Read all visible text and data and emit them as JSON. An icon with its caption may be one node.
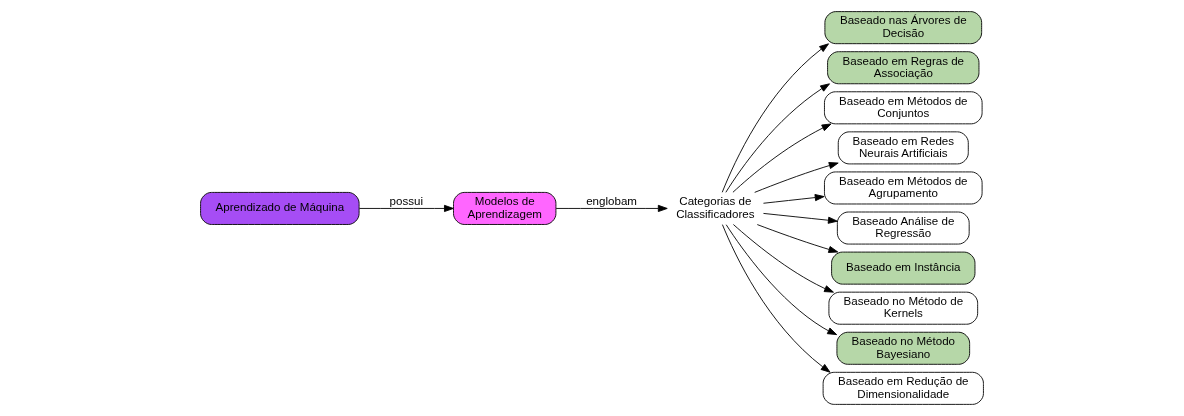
{
  "diagram": {
    "nodes": [
      {
        "text": [
          "Aprendizado de Máquina"
        ]
      },
      {
        "text": [
          "Modelos de Aprendizagem"
        ]
      },
      {
        "text": [
          "Categorias de Classificadores"
        ]
      },
      {
        "text": [
          "Baseado nas Árvores de Decisão"
        ]
      },
      {
        "text": [
          "Baseado em Regras de Associação"
        ]
      },
      {
        "text": [
          "Baseado em Métodos de Conjuntos"
        ]
      },
      {
        "text": [
          "Baseado em Redes Neurais Artificiais"
        ]
      },
      {
        "text": [
          "Baseado em Métodos de Agrupamento"
        ]
      },
      {
        "text": [
          "Baseado Análise de Regressão"
        ]
      },
      {
        "text": [
          "Baseado em Instância"
        ]
      },
      {
        "text": [
          "Baseado no Método de Kernels"
        ]
      },
      {
        "text": [
          "Baseado no Método Bayesiano"
        ]
      },
      {
        "text": [
          "Baseado em Redução de Dimensionalidade"
        ]
      }
    ],
    "edges": [
      {
        "from": 0,
        "to": 1,
        "arrow": "to",
        "label": "possui"
      },
      {
        "from": 1,
        "to": 2,
        "arrow": "to",
        "label": "englobam"
      },
      {
        "from": 2,
        "to": 3,
        "arrow": "to"
      },
      {
        "from": 2,
        "to": 4,
        "arrow": "to"
      },
      {
        "from": 2,
        "to": 5,
        "arrow": "to"
      },
      {
        "from": 2,
        "to": 6,
        "arrow": "to"
      },
      {
        "from": 2,
        "to": 7,
        "arrow": "to"
      },
      {
        "from": 2,
        "to": 8,
        "arrow": "to"
      },
      {
        "from": 2,
        "to": 9,
        "arrow": "to"
      },
      {
        "from": 2,
        "to": 10,
        "arrow": "to"
      },
      {
        "from": 2,
        "to": 11,
        "arrow": "to"
      },
      {
        "from": 2,
        "to": 12,
        "arrow": "to"
      }
    ]
  }
}
